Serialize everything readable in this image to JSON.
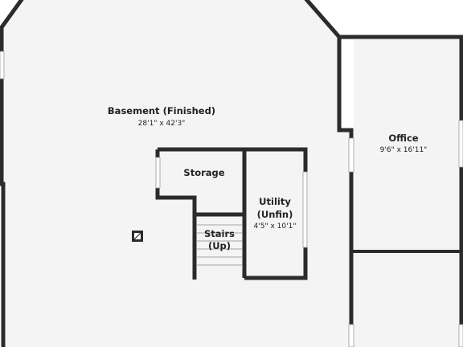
{
  "rooms": {
    "basement": {
      "name": "Basement (Finished)",
      "dims": "28'1\" x 42'3\""
    },
    "storage": {
      "name": "Storage"
    },
    "utility": {
      "name_line1": "Utility",
      "name_line2": "(Unfin)",
      "dims": "4'5\" x 10'1\""
    },
    "stairs": {
      "name_line1": "Stairs",
      "name_line2": "(Up)"
    },
    "office": {
      "name": "Office",
      "dims": "9'6\" x 16'11\""
    }
  },
  "colors": {
    "wall": "#2b2b2b",
    "floor": "#f4f4f4",
    "background": "#ffffff",
    "opening": "#ffffff"
  },
  "icons": {
    "floor_fixture": "floor-drain-icon"
  }
}
